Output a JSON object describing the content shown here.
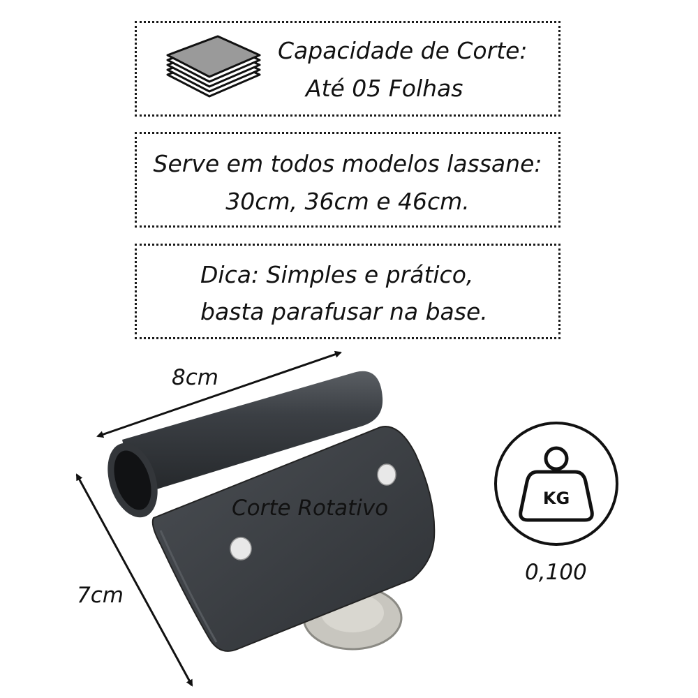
{
  "boxes": [
    {
      "line1": "Capacidade de Corte:",
      "line2": "Até 05 Folhas"
    },
    {
      "line1": "Serve em todos modelos lassane:",
      "line2": "30cm, 36cm e 46cm."
    },
    {
      "line1": "Dica: Simples e prático,",
      "line2": "basta parafusar na base."
    }
  ],
  "dimensions": {
    "width": "8cm",
    "height": "7cm"
  },
  "product": {
    "label": "Corte Rotativo"
  },
  "weight": {
    "unit": "KG",
    "value": "0,100"
  },
  "icons": {
    "paper": "paper-stack-icon",
    "weight": "weight-kg-icon"
  },
  "colors": {
    "text": "#111111",
    "product": "#3a3d40",
    "background": "#ffffff"
  }
}
